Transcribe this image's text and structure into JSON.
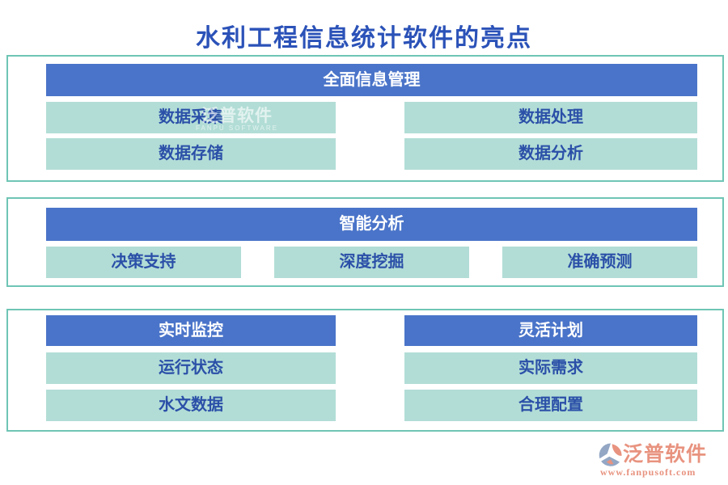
{
  "title": "水利工程信息统计软件的亮点",
  "colors": {
    "title_text": "#2b52b8",
    "section_border": "#6fc5b5",
    "header_bg": "#4a74c9",
    "header_text": "#ffffff",
    "item_bg": "#b2ddd6",
    "item_text": "#2b50a8",
    "brand_salmon": "#e8937f",
    "logo_gray_blue": "#93a7c4"
  },
  "sections": [
    {
      "header": "全面信息管理",
      "items": [
        "数据采集",
        "数据处理",
        "数据存储",
        "数据分析"
      ]
    },
    {
      "header": "智能分析",
      "items": [
        "决策支持",
        "深度挖掘",
        "准确预测"
      ]
    }
  ],
  "bottom_groups": [
    {
      "header": "实时监控",
      "items": [
        "运行状态",
        "水文数据"
      ]
    },
    {
      "header": "灵活计划",
      "items": [
        "实际需求",
        "合理配置"
      ]
    }
  ],
  "watermark": {
    "cn": "泛普软件",
    "en": "FANPU SOFTWARE"
  },
  "footer": {
    "brand": "泛普软件",
    "url": "www.fanpusoft.com"
  }
}
